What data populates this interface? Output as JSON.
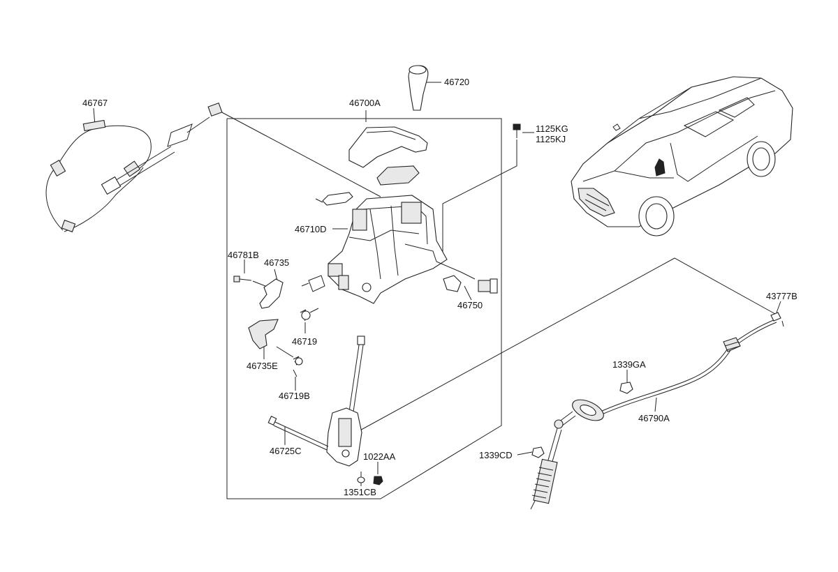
{
  "diagram": {
    "labels": {
      "p46767": "46767",
      "p46700A": "46700A",
      "p46720": "46720",
      "p1125KG": "1125KG",
      "p1125KJ": "1125KJ",
      "p46710D": "46710D",
      "p46781B": "46781B",
      "p46735": "46735",
      "p46719": "46719",
      "p46735E": "46735E",
      "p46719B": "46719B",
      "p46750": "46750",
      "p46725C": "46725C",
      "p1022AA": "1022AA",
      "p1351CB": "1351CB",
      "p43777B": "43777B",
      "p1339GA": "1339GA",
      "p46790A": "46790A",
      "p1339CD": "1339CD"
    }
  }
}
